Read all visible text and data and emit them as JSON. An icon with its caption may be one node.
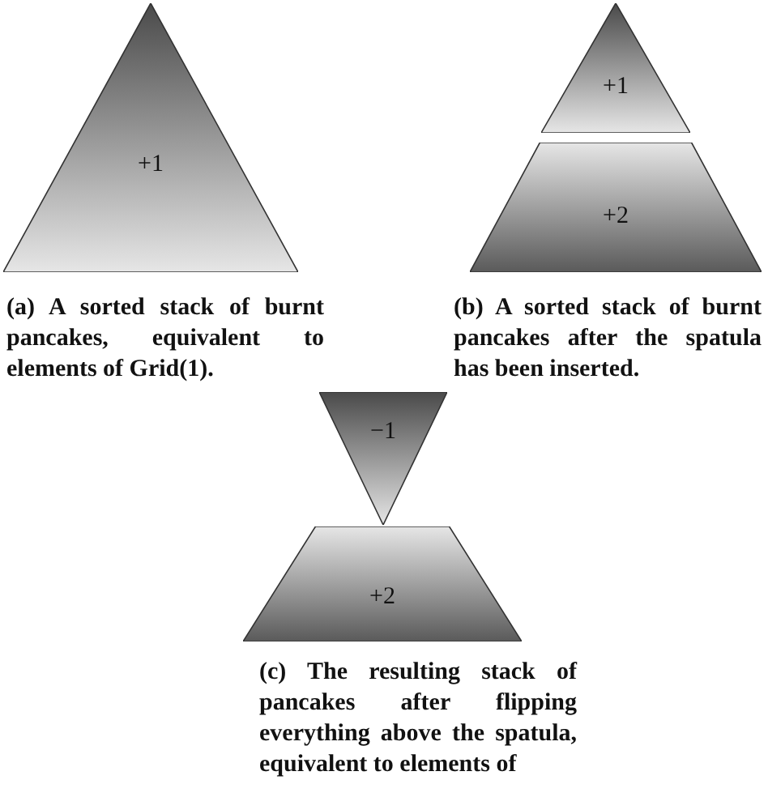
{
  "diagram": {
    "nodes": [
      {
        "text": [
          "+1"
        ]
      },
      {
        "text": [
          "+1"
        ]
      },
      {
        "text": [
          "+2"
        ]
      },
      {
        "text": [
          "−1"
        ]
      },
      {
        "text": [
          "+2"
        ]
      }
    ],
    "labels": [
      "(a) A sorted stack of burnt pancakes, equivalent to elements of Grid(1).",
      "(b) A sorted stack of burnt pancakes after the spatula has been inserted.",
      "(c) The resulting stack of pancakes after flipping everything above the spatula, equivalent to elements of"
    ]
  }
}
